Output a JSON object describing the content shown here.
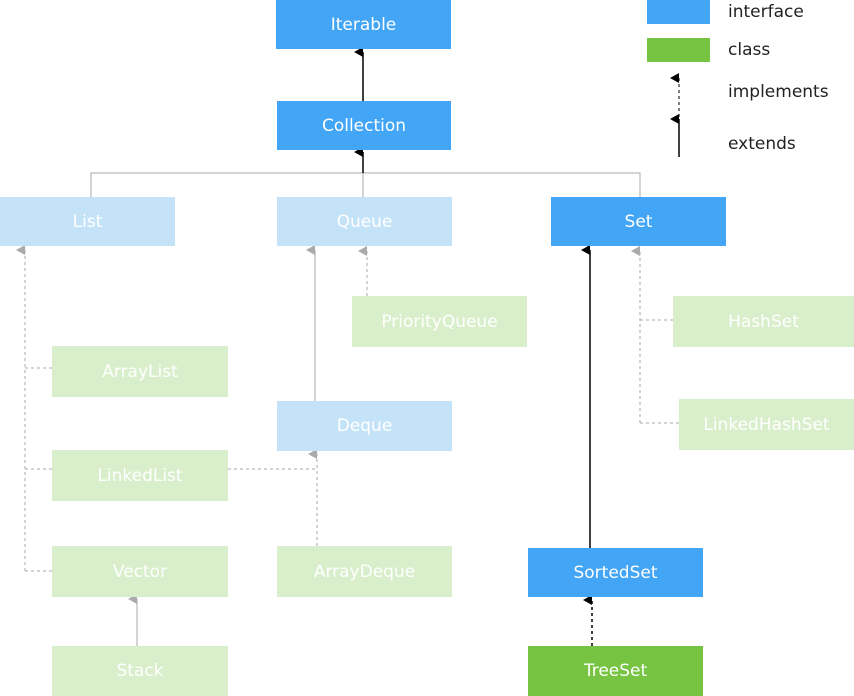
{
  "nodes": {
    "iterable": "Iterable",
    "collection": "Collection",
    "list": "List",
    "queue": "Queue",
    "set": "Set",
    "priority_queue": "PriorityQueue",
    "hash_set": "HashSet",
    "array_list": "ArrayList",
    "deque": "Deque",
    "linked_hash_set": "LinkedHashSet",
    "linked_list": "LinkedList",
    "vector": "Vector",
    "array_deque": "ArrayDeque",
    "sorted_set": "SortedSet",
    "stack": "Stack",
    "tree_set": "TreeSet"
  },
  "legend": {
    "interface": "interface",
    "class": "class",
    "implements": "implements",
    "extends": "extends"
  },
  "colors": {
    "interface": "#42a5f5",
    "interface_faded": "#c5e3f8",
    "class": "#76c442",
    "class_faded": "#d9efcb",
    "line_dark": "#000000",
    "line_light": "#aaaaaa"
  }
}
